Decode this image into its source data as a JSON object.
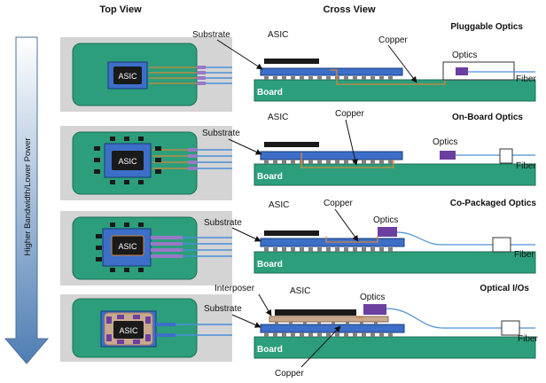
{
  "headers": {
    "top_view": "Top View",
    "cross_view": "Cross View"
  },
  "arrow_label": "Higher Bandwidth/Lower Power",
  "common": {
    "asic": "ASIC",
    "substrate": "Substrate",
    "board": "Board",
    "copper": "Copper",
    "optics": "Optics",
    "fiber": "Fiber",
    "interposer": "Interposer"
  },
  "rows": [
    {
      "title": "Pluggable Optics"
    },
    {
      "title": "On-Board Optics"
    },
    {
      "title": "Co-Packaged Optics"
    },
    {
      "title": "Optical I/Os"
    }
  ],
  "colors": {
    "board": "#2c9e7c",
    "board_edge": "#1d6e55",
    "substrate": "#3d6fc8",
    "chip": "#1a1a1a",
    "panel": "#d4d4d4",
    "copper": "#d4873a",
    "optics": "#6b3fa0",
    "fiber": "#4a8fd6",
    "arrow_top": "#ffffff",
    "arrow_bottom": "#5a86b8"
  }
}
